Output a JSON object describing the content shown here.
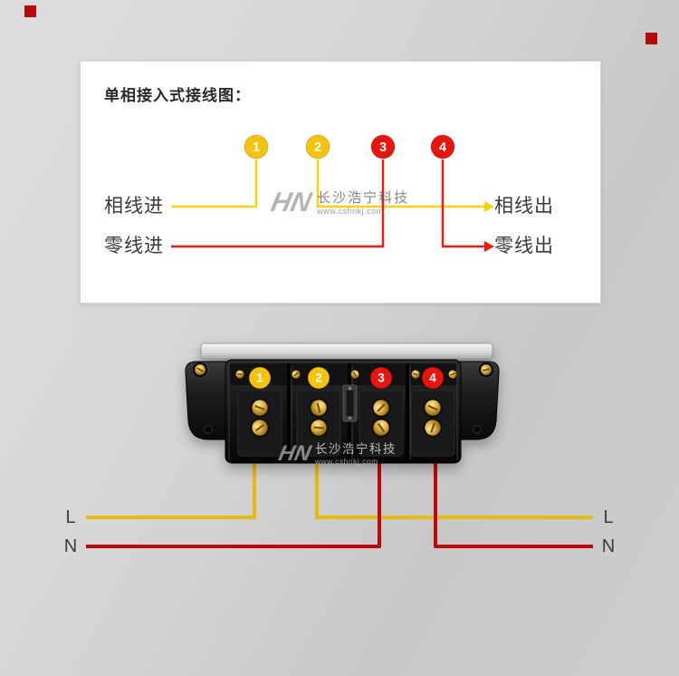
{
  "page": {
    "title": "单相接入式接线图："
  },
  "badges": [
    {
      "num": "1",
      "color": "#f5c40a"
    },
    {
      "num": "2",
      "color": "#f5c40a"
    },
    {
      "num": "3",
      "color": "#e8150f"
    },
    {
      "num": "4",
      "color": "#e8150f"
    }
  ],
  "labels": {
    "phase_in": "相线进",
    "neutral_in": "零线进",
    "phase_out": "相线出",
    "neutral_out": "零线出"
  },
  "diagram_lines": {
    "phase": "#f2d40c",
    "neutral": "#ef1a13"
  },
  "wires": {
    "phase": "#e5bb0c",
    "neutral": "#c00808"
  },
  "watermark": {
    "logo": "HN",
    "brand": "长沙浩宁科技",
    "url": "www.cshnkj.com"
  },
  "terminal_labels": {
    "left_l": "L",
    "left_n": "N",
    "right_l": "L",
    "right_n": "N"
  }
}
